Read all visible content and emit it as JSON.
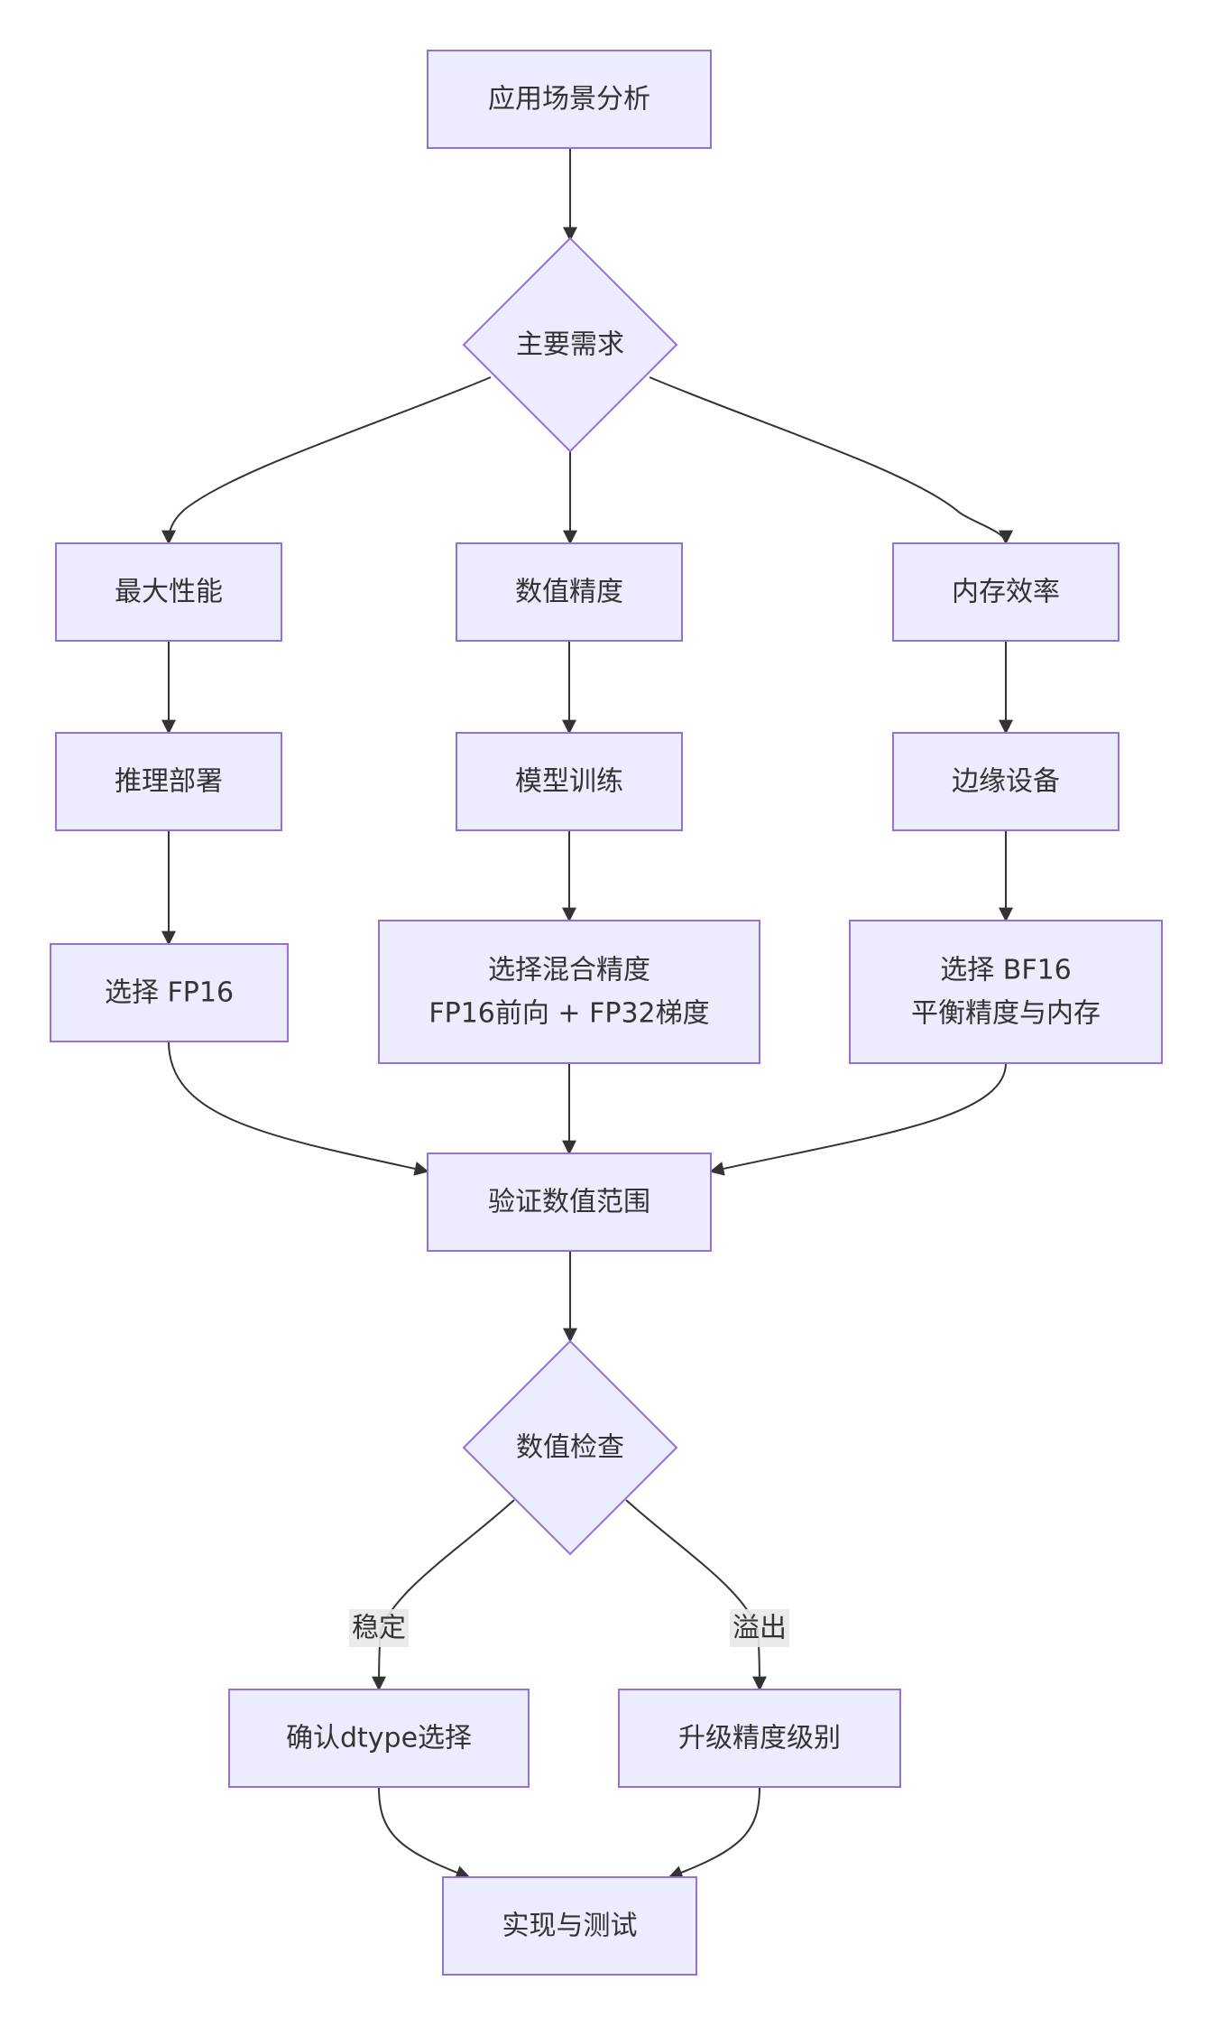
{
  "colors": {
    "node_fill": "#ECECFF",
    "node_stroke": "#9370DB",
    "edge": "#333333",
    "label_bg": "#E8E8E8",
    "text": "#333333"
  },
  "nodes": {
    "A": {
      "lines": [
        "应用场景分析"
      ],
      "shape": "rect"
    },
    "B": {
      "lines": [
        "主要需求"
      ],
      "shape": "diamond"
    },
    "C1": {
      "lines": [
        "最大性能"
      ],
      "shape": "rect"
    },
    "C2": {
      "lines": [
        "数值精度"
      ],
      "shape": "rect"
    },
    "C3": {
      "lines": [
        "内存效率"
      ],
      "shape": "rect"
    },
    "D1": {
      "lines": [
        "推理部署"
      ],
      "shape": "rect"
    },
    "D2": {
      "lines": [
        "模型训练"
      ],
      "shape": "rect"
    },
    "D3": {
      "lines": [
        "边缘设备"
      ],
      "shape": "rect"
    },
    "E1": {
      "lines": [
        "选择 FP16"
      ],
      "shape": "rect"
    },
    "E2": {
      "lines": [
        "选择混合精度",
        "FP16前向 + FP32梯度"
      ],
      "shape": "rect"
    },
    "E3": {
      "lines": [
        "选择 BF16",
        "平衡精度与内存"
      ],
      "shape": "rect"
    },
    "F": {
      "lines": [
        "验证数值范围"
      ],
      "shape": "rect"
    },
    "G": {
      "lines": [
        "数值检查"
      ],
      "shape": "diamond"
    },
    "H1": {
      "lines": [
        "确认dtype选择"
      ],
      "shape": "rect"
    },
    "H2": {
      "lines": [
        "升级精度级别"
      ],
      "shape": "rect"
    },
    "I": {
      "lines": [
        "实现与测试"
      ],
      "shape": "rect"
    }
  },
  "edges": [
    {
      "from": "A",
      "to": "B",
      "label": ""
    },
    {
      "from": "B",
      "to": "C1",
      "label": ""
    },
    {
      "from": "B",
      "to": "C2",
      "label": ""
    },
    {
      "from": "B",
      "to": "C3",
      "label": ""
    },
    {
      "from": "C1",
      "to": "D1",
      "label": ""
    },
    {
      "from": "C2",
      "to": "D2",
      "label": ""
    },
    {
      "from": "C3",
      "to": "D3",
      "label": ""
    },
    {
      "from": "D1",
      "to": "E1",
      "label": ""
    },
    {
      "from": "D2",
      "to": "E2",
      "label": ""
    },
    {
      "from": "D3",
      "to": "E3",
      "label": ""
    },
    {
      "from": "E1",
      "to": "F",
      "label": ""
    },
    {
      "from": "E2",
      "to": "F",
      "label": ""
    },
    {
      "from": "E3",
      "to": "F",
      "label": ""
    },
    {
      "from": "F",
      "to": "G",
      "label": ""
    },
    {
      "from": "G",
      "to": "H1",
      "label": "稳定"
    },
    {
      "from": "G",
      "to": "H2",
      "label": "溢出"
    },
    {
      "from": "H1",
      "to": "I",
      "label": ""
    },
    {
      "from": "H2",
      "to": "I",
      "label": ""
    }
  ]
}
